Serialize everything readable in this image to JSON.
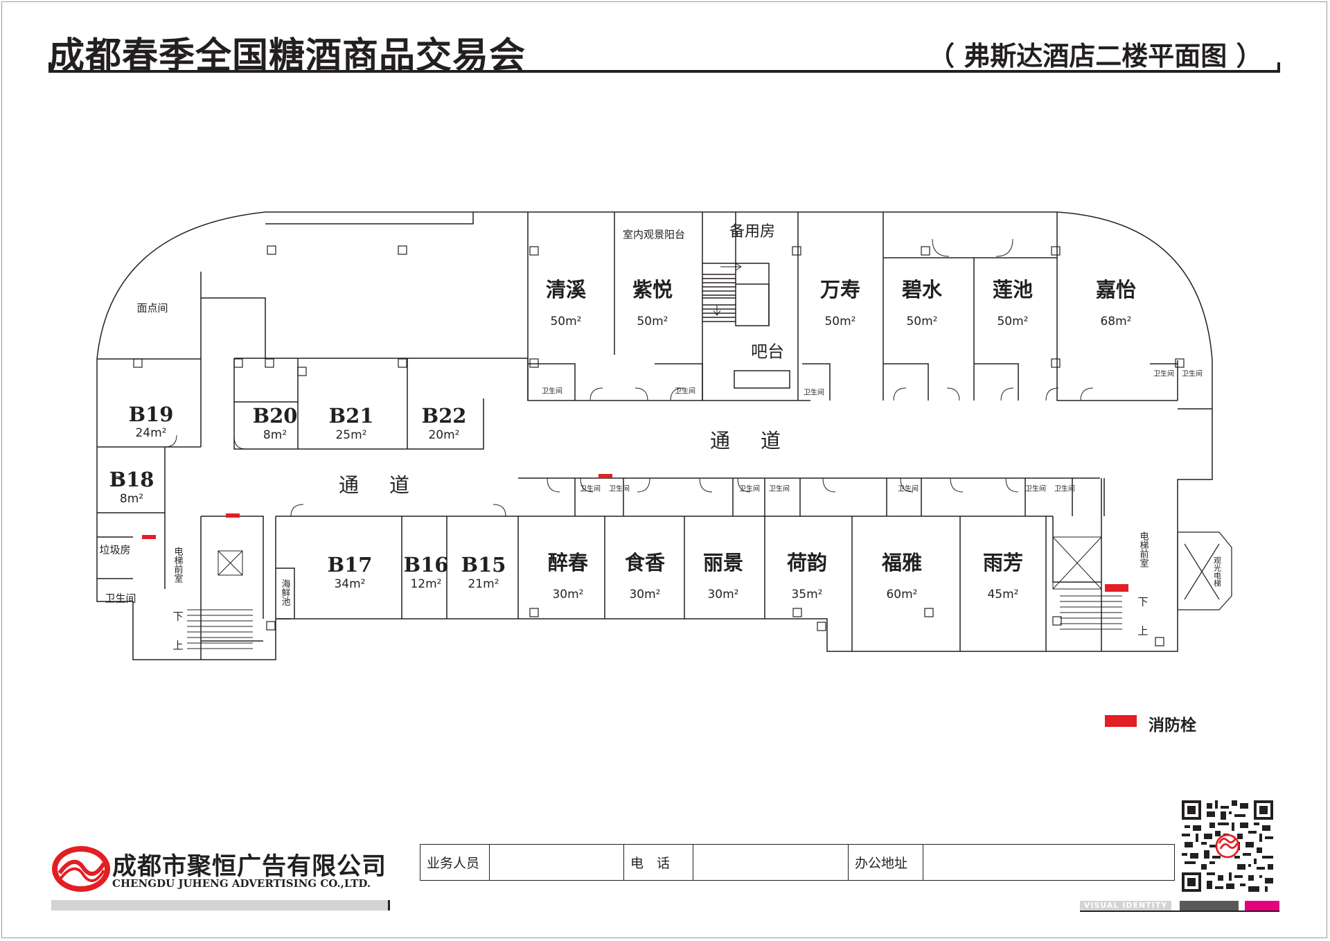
{
  "header": {
    "title": "成都春季全国糖酒商品交易会",
    "subtitle": "（ 弗斯达酒店二楼平面图 ）"
  },
  "floor": {
    "corridor_label": "通道",
    "rooms_top": [
      {
        "name": "清溪",
        "area": "50m²"
      },
      {
        "name": "紫悦",
        "area": "50m²"
      },
      {
        "name": "万寿",
        "area": "50m²"
      },
      {
        "name": "碧水",
        "area": "50m²"
      },
      {
        "name": "莲池",
        "area": "50m²"
      },
      {
        "name": "嘉怡",
        "area": "68m²"
      }
    ],
    "rooms_b_upper": [
      {
        "name": "B19",
        "area": "24m²"
      },
      {
        "name": "B18",
        "area": "8m²"
      },
      {
        "name": "B20",
        "area": "8m²"
      },
      {
        "name": "B21",
        "area": "25m²"
      },
      {
        "name": "B22",
        "area": "20m²"
      }
    ],
    "rooms_bottom": [
      {
        "name": "B17",
        "area": "34m²"
      },
      {
        "name": "B16",
        "area": "12m²"
      },
      {
        "name": "B15",
        "area": "21m²"
      },
      {
        "name": "醉春",
        "area": "30m²"
      },
      {
        "name": "食香",
        "area": "30m²"
      },
      {
        "name": "丽景",
        "area": "30m²"
      },
      {
        "name": "荷韵",
        "area": "35m²"
      },
      {
        "name": "福雅",
        "area": "60m²"
      },
      {
        "name": "雨芳",
        "area": "45m²"
      }
    ],
    "facilities": {
      "pastry_room": "面点间",
      "indoor_balcony": "室内观景阳台",
      "spare_room": "备用房",
      "bar": "吧台",
      "garbage_room": "垃圾房",
      "restroom": "卫生间",
      "elevator_lobby": "电梯前室",
      "seafood_pool": "海鲜池",
      "sightseeing_elevator": "观光电梯",
      "stairs_down": "下",
      "stairs_up": "上"
    }
  },
  "legend": {
    "hydrant_label": "消防栓",
    "hydrant_color": "#e31e24"
  },
  "footer": {
    "company_cn": "成都市聚恒广告有限公司",
    "company_en": "CHENGDU JUHENG ADVERTISING CO.,LTD.",
    "fields": [
      {
        "label": "业务人员",
        "value": ""
      },
      {
        "label": "电　话",
        "value": ""
      },
      {
        "label": "办公地址",
        "value": ""
      }
    ],
    "visual_identity": "VISUAL IDENTITY",
    "logo_color": "#e31e24",
    "accent_pink": "#e6007e"
  }
}
